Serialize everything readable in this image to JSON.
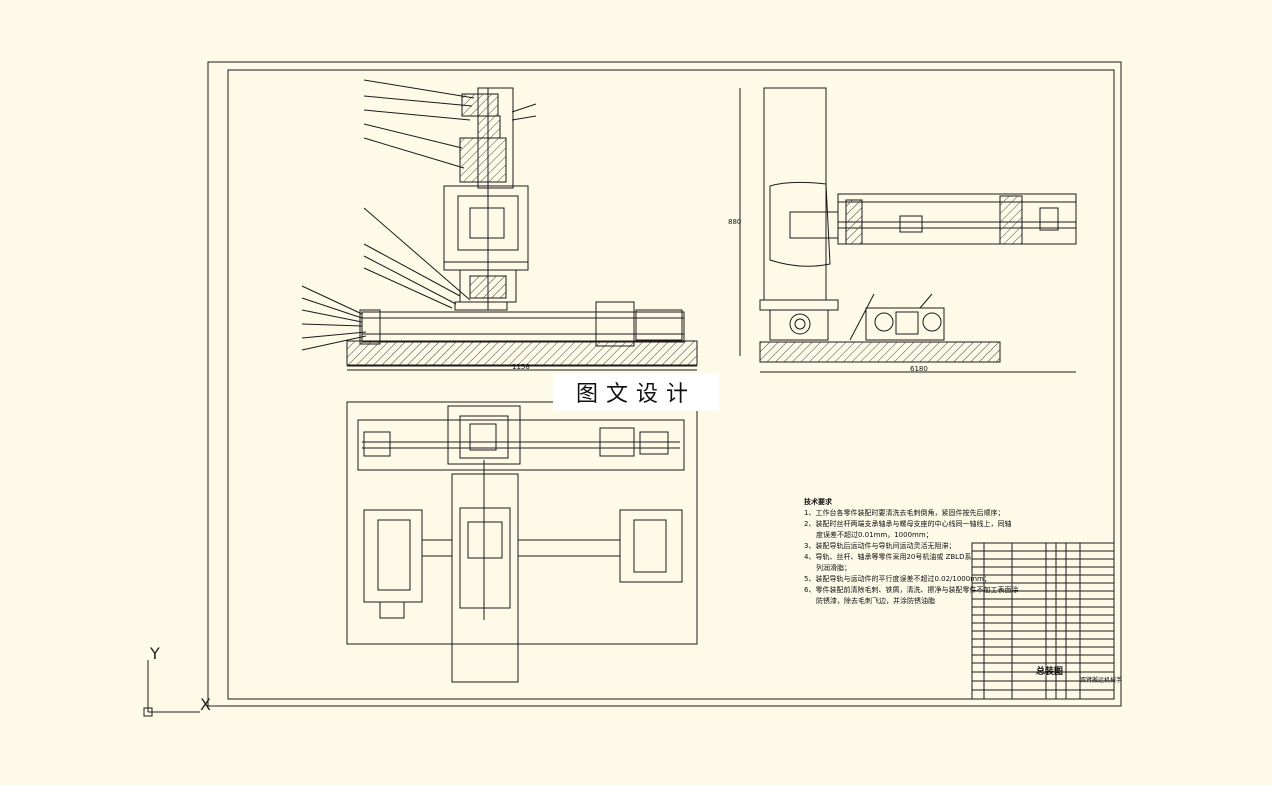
{
  "watermark": "图文设计",
  "ucs": {
    "x_label": "X",
    "y_label": "Y"
  },
  "dimensions": {
    "front_width": "1158",
    "side_width": "6180",
    "side_height": "880"
  },
  "notes": {
    "title": "技术要求",
    "line1": "1、工作台各零件装配时要清洗去毛刺倒角，紧固件按先后顺序；",
    "line2": "2、装配时丝杆两端支承轴承与螺母支座的中心线同一轴线上，同轴",
    "line2b": "度误差不超过0.01mm，1000mm；",
    "line3": "3、装配导轨后运动件与导轨间运动灵活无阻滞；",
    "line4": "4、导轨、丝杆、轴承等零件采用20号机油或 ZBLD系",
    "line4b": "列润滑脂；",
    "line5": "5、装配导轨与运动件的平行度误差不超过0.02/1000mm；",
    "line6": "6、零件装配前清除毛刺、铁屑，清洗、擦净与装配零件不加工表面涂",
    "line6b": "防锈漆，除去毛刺飞边，并涂防锈油脂"
  },
  "title_block": {
    "drawing_title": "总装图",
    "name": "双臂搬运机械手"
  },
  "colors": {
    "background": "#fdfbe8",
    "line": "#1a1a1a",
    "hatch": "#555555",
    "watermark_bg": "#ffffff"
  }
}
